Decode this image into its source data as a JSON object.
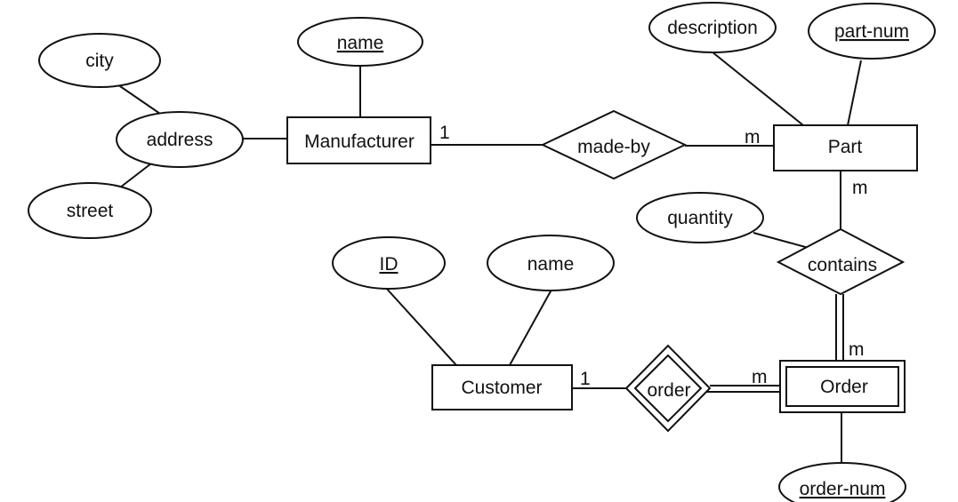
{
  "diagram": {
    "entities": {
      "manufacturer": "Manufacturer",
      "part": "Part",
      "customer": "Customer",
      "order": "Order"
    },
    "relationships": {
      "made_by": "made-by",
      "contains": "contains",
      "order": "order"
    },
    "attributes": {
      "city": "city",
      "address": "address",
      "street": "street",
      "manufacturer_name": "name",
      "description": "description",
      "part_num": "part-num",
      "quantity": "quantity",
      "customer_id": "ID",
      "customer_name": "name",
      "order_num": "order-num"
    },
    "cardinalities": {
      "manufacturer_made_by": "1",
      "part_made_by": "m",
      "part_contains": "m",
      "order_contains": "m",
      "customer_order": "1",
      "order_order": "m"
    }
  }
}
